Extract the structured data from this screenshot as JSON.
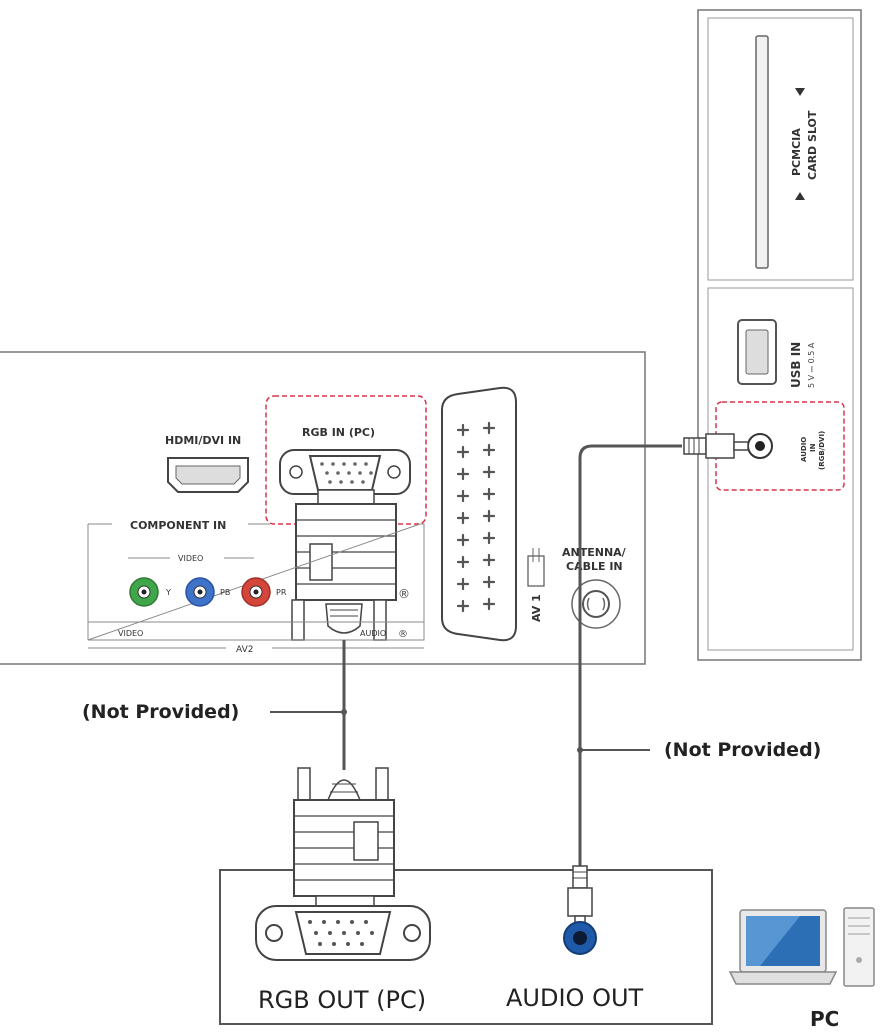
{
  "colors": {
    "line": "#555555",
    "dashed": "#d9364a",
    "green_jack": "#3fa64a",
    "blue_jack": "#3d73c9",
    "red_jack": "#d4453a",
    "audio_out": "#1f5aa8"
  },
  "side_panel": {
    "pcmcia": "PCMCIA",
    "card_slot": "CARD SLOT",
    "usb_in": "USB IN",
    "usb_rating": "5 V ⎓ 0.5 A",
    "audio_in": [
      "AUDIO",
      "IN",
      "(RGB/DVI)"
    ]
  },
  "back_panel": {
    "hdmi": "HDMI/DVI IN",
    "rgb_in": "RGB IN (PC)",
    "component_in": "COMPONENT IN",
    "video_small": "VIDEO",
    "jack_y": "Y",
    "jack_pb": "PB",
    "jack_pr": "PR",
    "video_bottom": "VIDEO",
    "av2": "AV2",
    "audio_short": "AUDIO",
    "registered": "®",
    "av1": "AV 1",
    "antenna": [
      "ANTENNA/",
      "CABLE IN"
    ]
  },
  "labels": {
    "not_provided_left": "(Not Provided)",
    "not_provided_right": "(Not Provided)",
    "rgb_out": "RGB OUT (PC)",
    "audio_out": "AUDIO OUT",
    "pc": "PC"
  },
  "icons": [
    "vga-connector-icon",
    "scart-connector-icon",
    "usb-port-icon",
    "audio-jack-icon",
    "laptop-icon",
    "desktop-tower-icon"
  ]
}
